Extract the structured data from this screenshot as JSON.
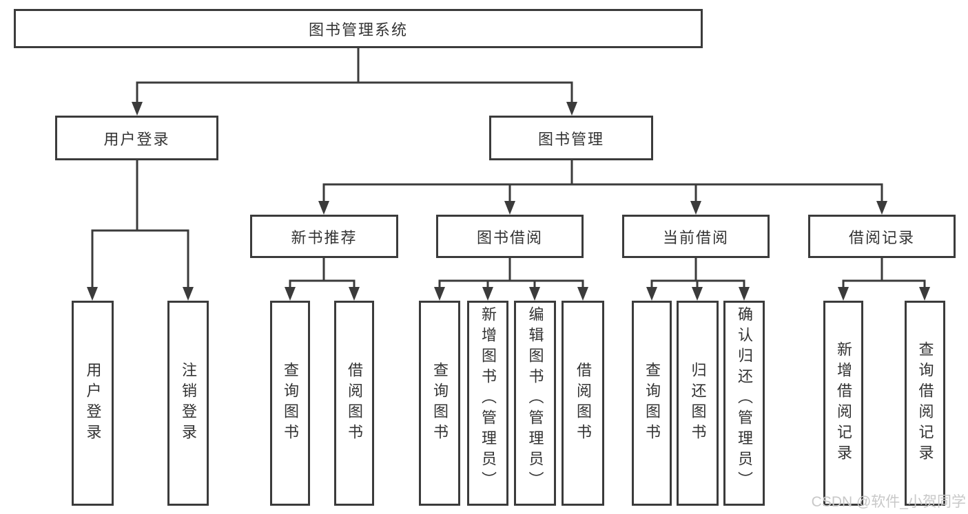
{
  "nodes": {
    "root": "图书管理系统",
    "user_login": "用户登录",
    "book_management": "图书管理",
    "new_book_recommend": "新书推荐",
    "book_borrowing": "图书借阅",
    "current_borrowing": "当前借阅",
    "borrowing_records": "借阅记录",
    "leaf_user_login": "用户登录",
    "leaf_logout": "注销登录",
    "rec_query_books": "查询图书",
    "rec_borrow_books": "借阅图书",
    "bor_query_books": "查询图书",
    "bor_add_books_admin": "新增图书（管理员）",
    "bor_edit_books_admin": "编辑图书（管理员）",
    "bor_borrow_books": "借阅图书",
    "cur_query_books": "查询图书",
    "cur_return_books": "归还图书",
    "cur_confirm_return_admin": "确认归还（管理员）",
    "rcd_add_record": "新增借阅记录",
    "rcd_query_record": "查询借阅记录"
  },
  "watermark": "CSDN @软件_小贺同学",
  "colors": {
    "line": "#3b3b3b",
    "text": "#333333",
    "watermark": "#c8c8c8"
  }
}
